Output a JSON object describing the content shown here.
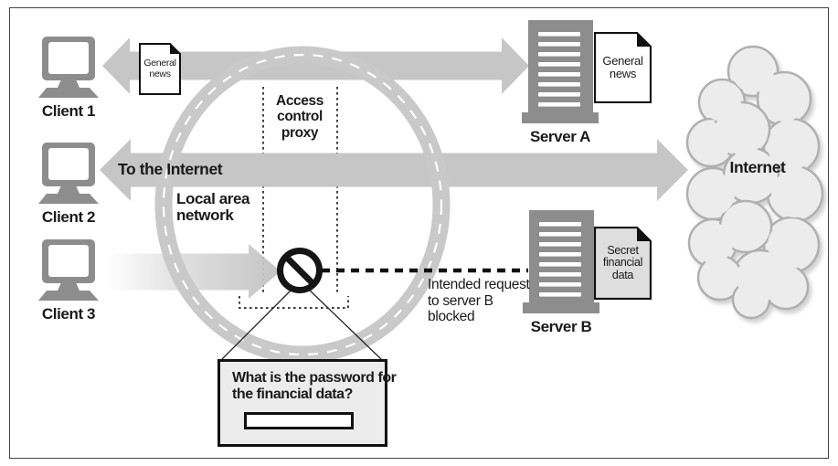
{
  "figure": {
    "clients": [
      {
        "label": "Client 1"
      },
      {
        "label": "Client 2"
      },
      {
        "label": "Client 3"
      }
    ],
    "servers": [
      {
        "label": "Server A",
        "doc_lines": [
          "General",
          "news"
        ]
      },
      {
        "label": "Server B",
        "doc_lines": [
          "Secret",
          "financial",
          "data"
        ]
      }
    ],
    "client1_doc_lines": [
      "General",
      "news"
    ],
    "cloud_label": "Internet",
    "to_internet_label": "To the Internet",
    "lan_label_lines": [
      "Local area",
      "network"
    ],
    "proxy_label_lines": [
      "Access",
      "control",
      "proxy"
    ],
    "blocked_note_lines": [
      "Intended request",
      "to server B",
      "blocked"
    ],
    "callout": {
      "question_lines": [
        "What is the password for",
        "the financial data?"
      ],
      "input_value": ""
    },
    "colors": {
      "arrow_gray": "#c6c6c6",
      "ring_gray": "#c9c9c9",
      "icon_gray": "#8d8d8d",
      "cloud_fill": "#ececec",
      "cloud_stroke": "#b0b0b0",
      "secret_doc_fill": "#dedede",
      "callout_bg": "#ececec",
      "line_black": "#111111"
    }
  }
}
